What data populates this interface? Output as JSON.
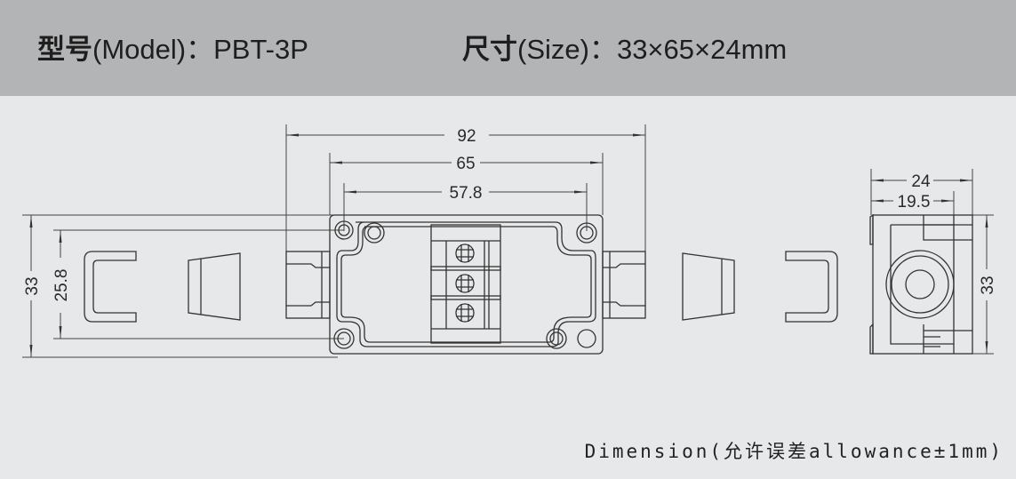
{
  "header": {
    "model_label": "型号",
    "model_paren": "(Model)：",
    "model_value": "PBT-3P",
    "size_label": "尺寸",
    "size_paren": "(Size)：",
    "size_value": "33×65×24mm"
  },
  "dimensions": {
    "overall_length": "92",
    "box_length": "65",
    "hole_spacing_x": "57.8",
    "height_left": "33",
    "hole_spacing_y": "25.8",
    "depth": "24",
    "depth_inner": "19.5",
    "height_right": "33"
  },
  "footer": {
    "note": "Dimension(允许误差allowance±1mm)"
  }
}
